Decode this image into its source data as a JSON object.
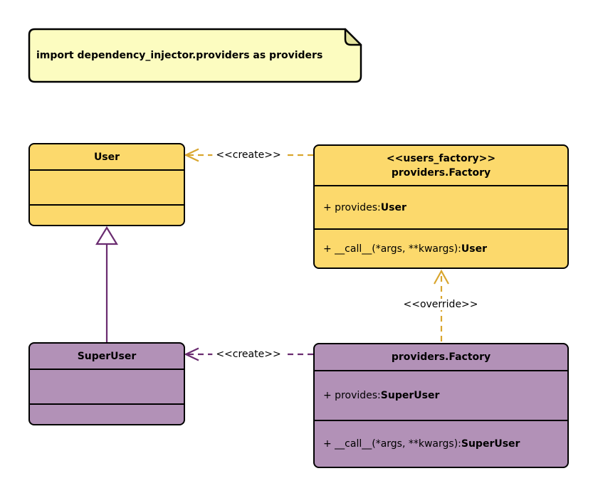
{
  "diagram": {
    "note": {
      "text": "import dependency_injector.providers as providers"
    },
    "classes": {
      "user": {
        "name": "User"
      },
      "users_factory": {
        "stereotype": "<<users_factory>>",
        "name": "providers.Factory",
        "provides_label": "+ provides: ",
        "provides_type": "User",
        "call_label": "+ __call__(*args, **kwargs): ",
        "call_type": "User"
      },
      "super_user": {
        "name": "SuperUser"
      },
      "super_user_factory": {
        "name": "providers.Factory",
        "provides_label": "+ provides: ",
        "provides_type": "SuperUser",
        "call_label": "+ __call__(*args, **kwargs): ",
        "call_type": "SuperUser"
      }
    },
    "edges": {
      "create_user": {
        "label": "<<create>>"
      },
      "create_super_user": {
        "label": "<<create>>"
      },
      "override": {
        "label": "<<override>>"
      }
    },
    "colors": {
      "user_class_fill": "#FCD96C",
      "super_user_class_fill": "#B291B7",
      "factory_arrow": "#D9A62E",
      "super_user_arrow": "#6A2C70",
      "note_fill": "#FCFCC0",
      "border": "#000000",
      "background": "#FFFFFF"
    }
  }
}
